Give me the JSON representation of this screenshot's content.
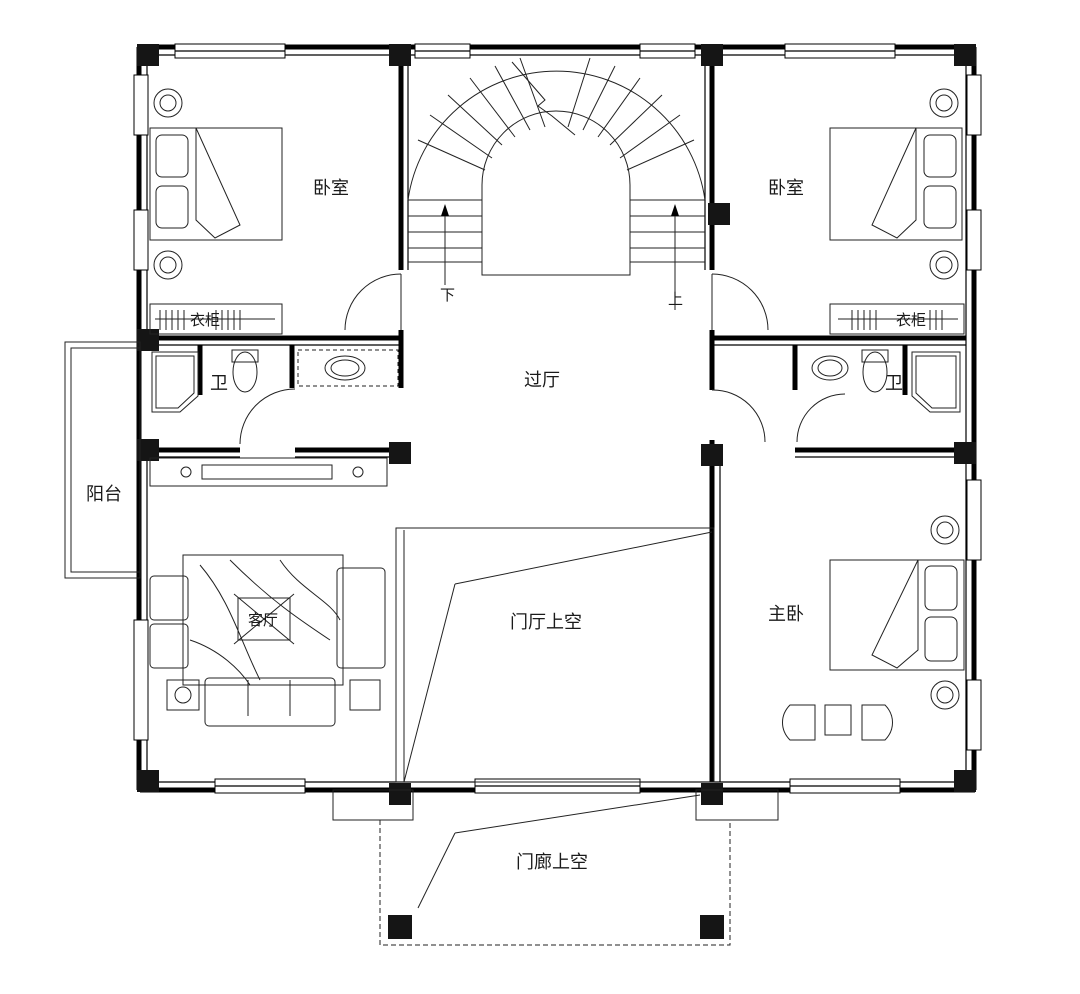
{
  "plan": {
    "rooms": {
      "bedroom_nw": "卧室",
      "bedroom_ne": "卧室",
      "master_bedroom": "主卧",
      "hall": "过厅",
      "bath_w": "卫",
      "bath_e": "卫",
      "balcony": "阳台",
      "living_room": "客厅",
      "foyer_void": "门厅上空",
      "porch_void": "门廊上空"
    },
    "stairs": {
      "down": "下",
      "up": "上"
    },
    "closet_w": "衣柜",
    "closet_e": "衣柜"
  }
}
